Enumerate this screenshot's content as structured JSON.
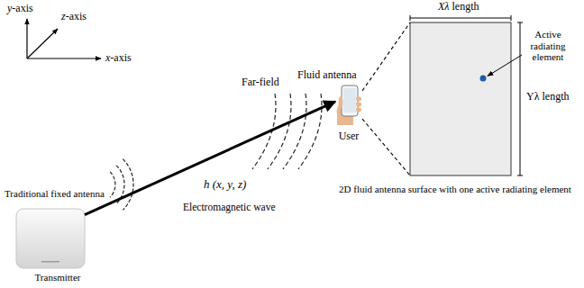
{
  "diagram": {
    "nodes": [
      {
        "text": [
          "Traditional fixed antenna",
          "Transmitter"
        ]
      },
      {
        "text": [
          "Fluid antenna",
          "User"
        ]
      },
      {
        "text": [
          "2D fluid antenna surface with one active radiating element"
        ]
      }
    ],
    "edges": [
      {
        "from": 0,
        "to": 1,
        "arrow": "to"
      },
      {
        "from": 1,
        "to": 2,
        "arrow": "none"
      }
    ],
    "labels": [
      "y-axis",
      "z-axis",
      "x-axis",
      "Far-field",
      "h (x, y, z)",
      "Electromagnetic wave",
      "Xλ length",
      "Active radiating element",
      "Yλ length"
    ]
  }
}
